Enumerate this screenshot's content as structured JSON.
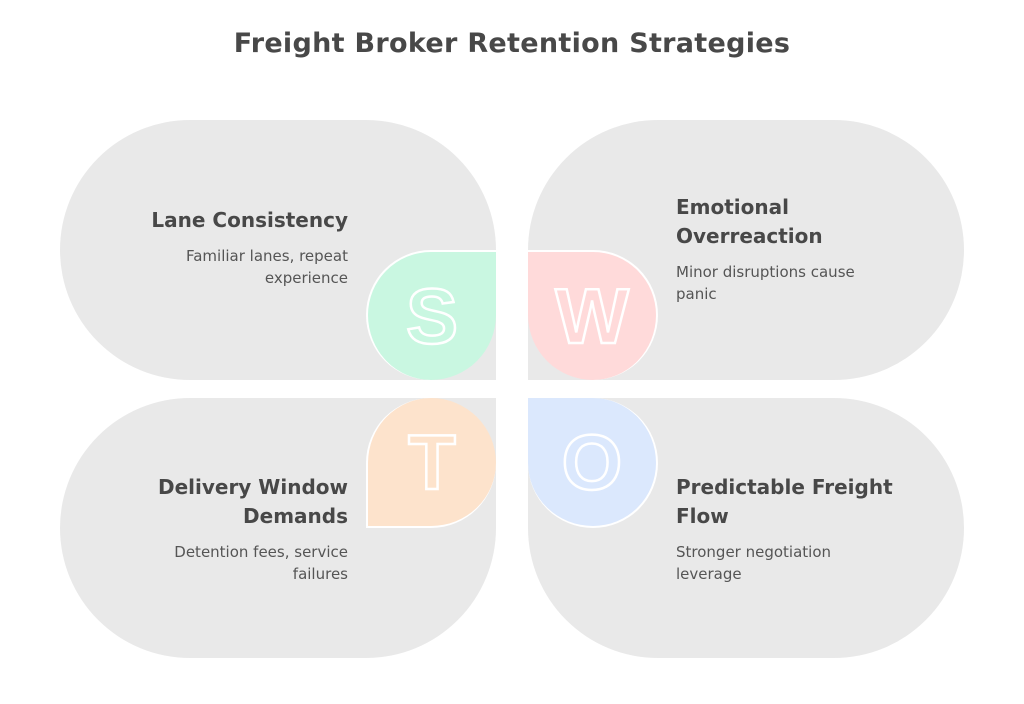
{
  "title": "Freight Broker Retention Strategies",
  "colors": {
    "strengths": "#c9f7e1",
    "weaknesses": "#ffdada",
    "threats": "#fde3cc",
    "opportunities": "#dbe8fd",
    "card_bg": "#e9e9e9",
    "text": "#484848"
  },
  "quadrants": {
    "strengths": {
      "letter": "S",
      "heading": "Lane Consistency",
      "description": "Familiar lanes, repeat experience"
    },
    "weaknesses": {
      "letter": "W",
      "heading": "Emotional Overreaction",
      "description": "Minor disruptions cause panic"
    },
    "threats": {
      "letter": "T",
      "heading": "Delivery Window Demands",
      "description": "Detention fees, service failures"
    },
    "opportunities": {
      "letter": "O",
      "heading": "Predictable Freight Flow",
      "description": "Stronger negotiation leverage"
    }
  }
}
